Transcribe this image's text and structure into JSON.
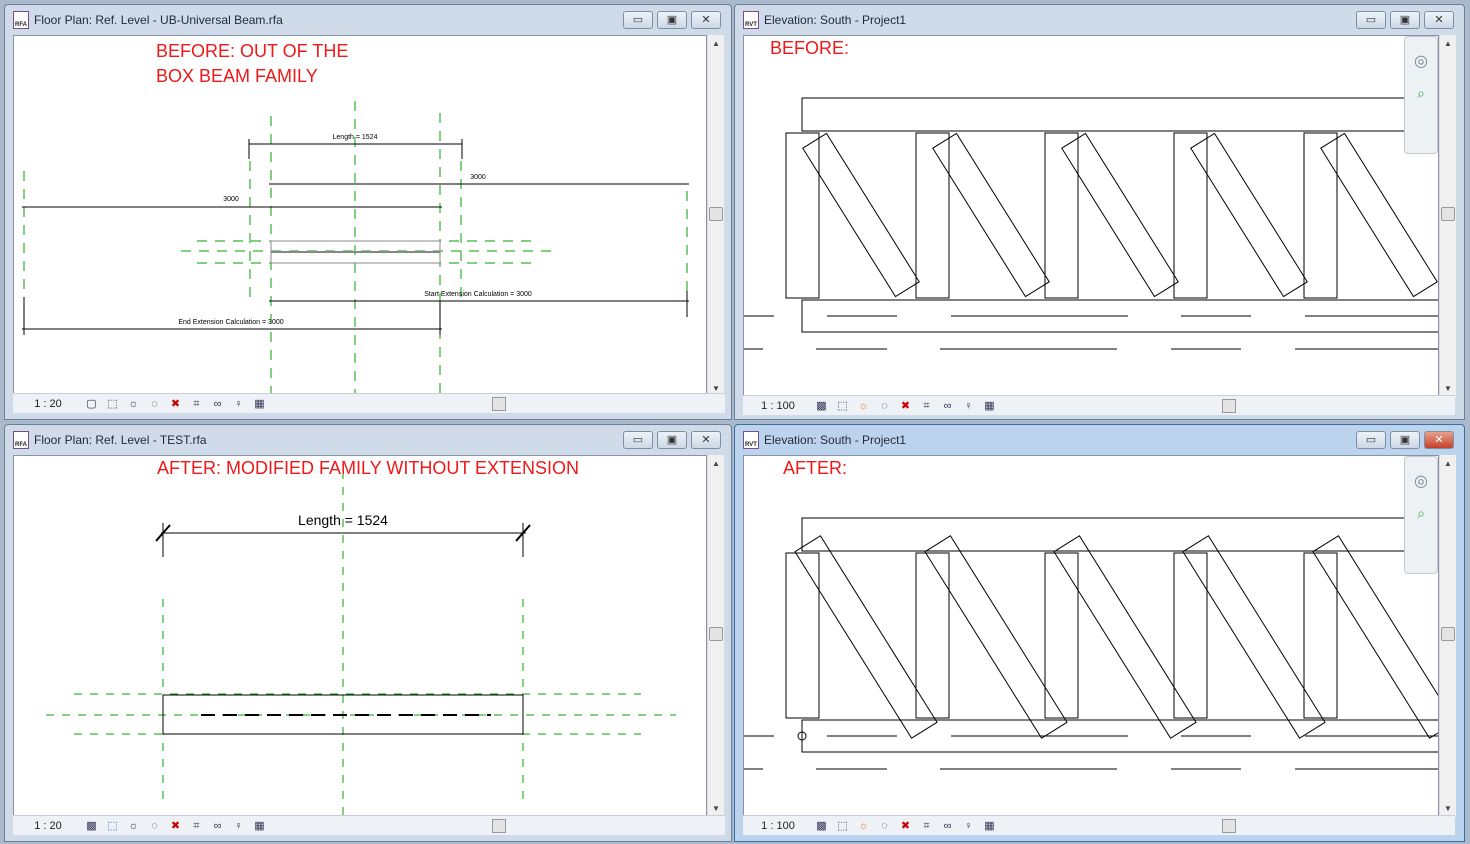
{
  "windows": [
    {
      "title": "Floor Plan: Ref. Level - UB-Universal Beam.rfa",
      "file_badge": "RFA",
      "note_lines": [
        "BEFORE: OUT OF THE",
        "BOX BEAM FAMILY"
      ],
      "scale": "1 : 20",
      "dims": {
        "length": "Length = 1524",
        "d1": "3000",
        "d2": "3000",
        "start": "Start Extension Calculation = 3000",
        "end": "End Extension Calculation = 3000"
      }
    },
    {
      "title": "Elevation: South - Project1",
      "file_badge": "RVT",
      "note": "BEFORE:",
      "scale": "1 : 100"
    },
    {
      "title": "Floor Plan: Ref. Level - TEST.rfa",
      "file_badge": "RFA",
      "note": "AFTER: MODIFIED FAMILY WITHOUT EXTENSION",
      "scale": "1 : 20",
      "dims": {
        "length": "Length = 1524"
      }
    },
    {
      "title": "Elevation: South - Project1",
      "file_badge": "RVT",
      "note": "AFTER:",
      "scale": "1 : 100",
      "active": true
    }
  ],
  "window_buttons": {
    "minimize": "▭",
    "restore": "▣",
    "close": "✕"
  },
  "colors": {
    "note": "#f01818",
    "ref_plane": "#00a000"
  }
}
